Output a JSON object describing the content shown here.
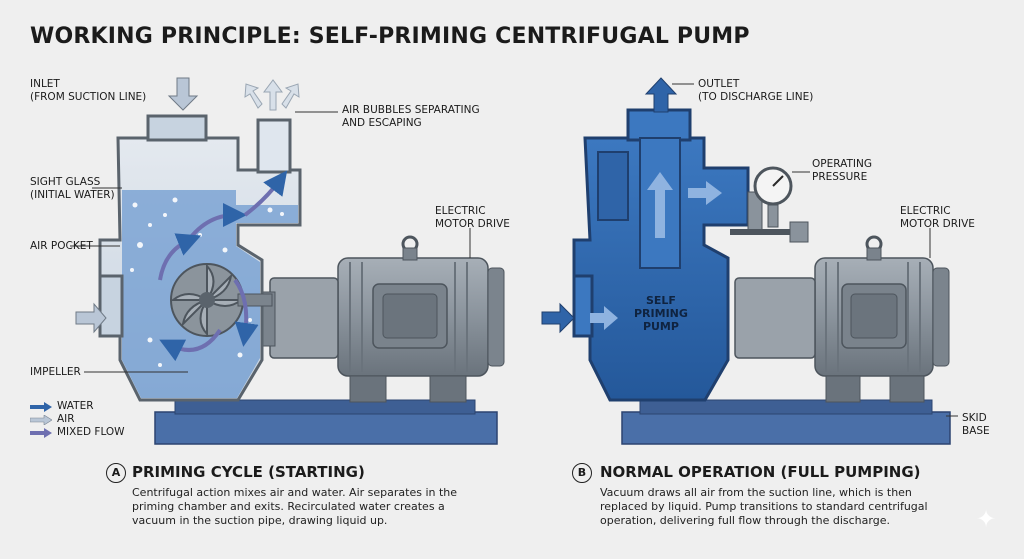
{
  "title": "WORKING PRINCIPLE: SELF-PRIMING CENTRIFUGAL PUMP",
  "left_labels": {
    "inlet": [
      "INLET",
      "(FROM SUCTION LINE)"
    ],
    "air_bubbles": [
      "AIR BUBBLES SEPARATING",
      "AND ESCAPING"
    ],
    "sight_glass": [
      "SIGHT GLASS",
      "(INITIAL WATER)"
    ],
    "air_pocket": "AIR POCKET",
    "impeller": "IMPELLER",
    "motor": [
      "ELECTRIC",
      "MOTOR DRIVE"
    ]
  },
  "right_labels": {
    "outlet": [
      "OUTLET",
      "(TO DISCHARGE LINE)"
    ],
    "pressure": [
      "OPERATING",
      "PRESSURE"
    ],
    "motor": [
      "ELECTRIC",
      "MOTOR DRIVE"
    ],
    "pump_body": [
      "SELF",
      "PRIMING",
      "PUMP"
    ],
    "skid": [
      "SKID",
      "BASE"
    ]
  },
  "legend": [
    {
      "label": "WATER",
      "color": "#2f64a8"
    },
    {
      "label": "AIR",
      "color": "#b9c6d6"
    },
    {
      "label": "MIXED FLOW",
      "color": "#6e6fb0"
    }
  ],
  "captions": {
    "a": {
      "badge": "A",
      "title": "PRIMING CYCLE (STARTING)",
      "lines": [
        "Centrifugal action mixes air and water. Air separates in the",
        "priming chamber and exits. Recirculated water creates a",
        "vacuum in the suction pipe, drawing liquid up."
      ]
    },
    "b": {
      "badge": "B",
      "title": "NORMAL OPERATION (FULL PUMPING)",
      "lines": [
        "Vacuum draws all air from the suction line, which is then",
        "replaced by liquid. Pump transitions to standard centrifugal",
        "operation, delivering full flow through the discharge."
      ]
    }
  },
  "colors": {
    "water": "#2f64a8",
    "water_light": "#7fa6d6",
    "air": "#c5d1de",
    "mixed": "#6e6fb0",
    "metal": "#8c959e",
    "metal_dark": "#5a636c",
    "base": "#4a6fa8"
  }
}
